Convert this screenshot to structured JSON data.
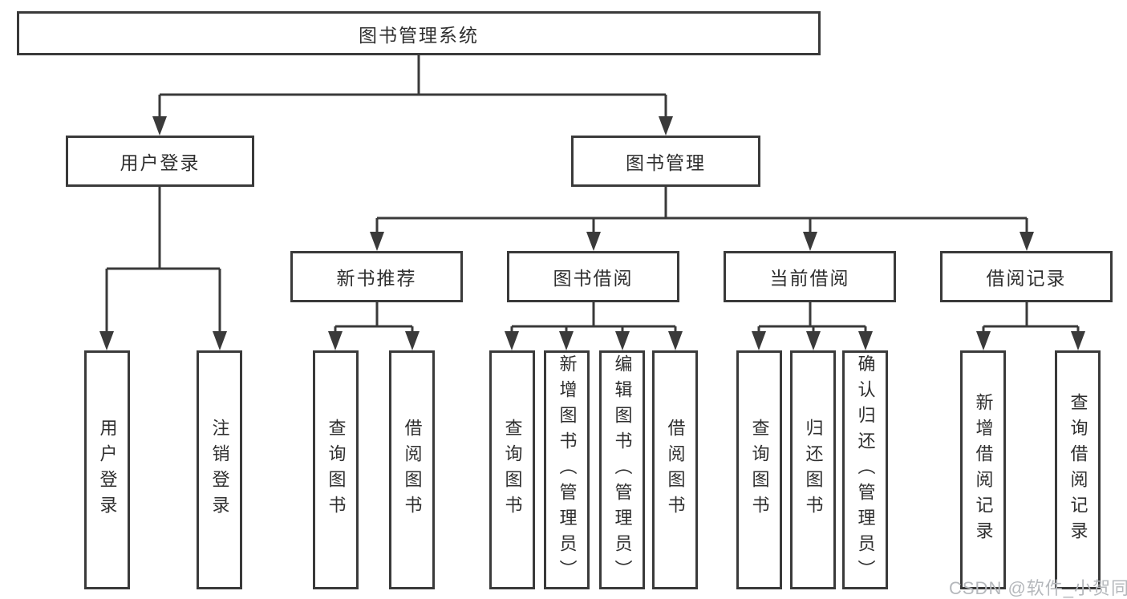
{
  "diagram": {
    "type": "hierarchy",
    "tree": {
      "root": {
        "label": "图书管理系统",
        "children": [
          {
            "label": "用户登录",
            "children": [
              {
                "label": "用户登录"
              },
              {
                "label": "注销登录"
              }
            ]
          },
          {
            "label": "图书管理",
            "children": [
              {
                "label": "新书推荐",
                "children": [
                  {
                    "label": "查询图书"
                  },
                  {
                    "label": "借阅图书"
                  }
                ]
              },
              {
                "label": "图书借阅",
                "children": [
                  {
                    "label": "查询图书"
                  },
                  {
                    "label": "新增图书（管理员）"
                  },
                  {
                    "label": "编辑图书（管理员）"
                  },
                  {
                    "label": "借阅图书"
                  }
                ]
              },
              {
                "label": "当前借阅",
                "children": [
                  {
                    "label": "查询图书"
                  },
                  {
                    "label": "归还图书"
                  },
                  {
                    "label": "确认归还（管理员）"
                  }
                ]
              },
              {
                "label": "借阅记录",
                "children": [
                  {
                    "label": "新增借阅记录"
                  },
                  {
                    "label": "查询借阅记录"
                  }
                ]
              }
            ]
          }
        ]
      }
    },
    "colors": {
      "line": "#3a3a3a",
      "box_border": "#3a3a3a",
      "text": "#2f2f2f",
      "background": "#ffffff",
      "watermark": "#b5b8bc"
    }
  },
  "watermark": {
    "text": "CSDN @软件_小贺同学"
  }
}
